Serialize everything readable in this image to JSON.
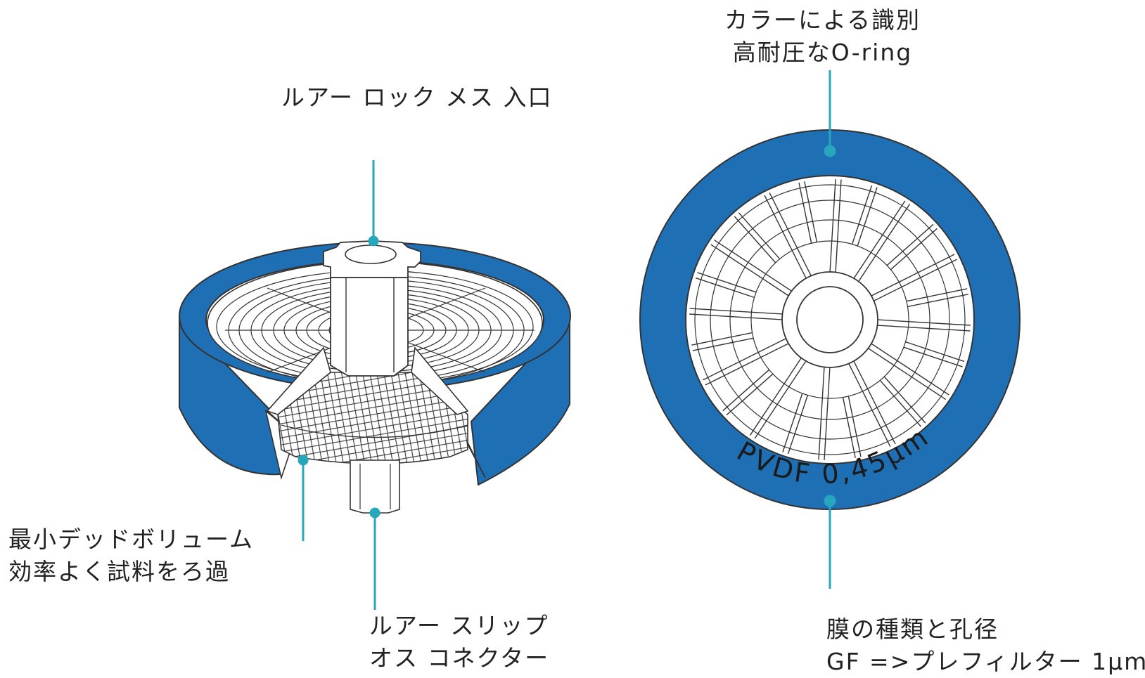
{
  "colors": {
    "housing_blue": "#1f6fb5",
    "leader_line": "#26a7bd",
    "outline": "#333333",
    "background": "#ffffff"
  },
  "labels": {
    "inlet": "ルアー ロック メス 入口",
    "dead_volume": {
      "line1": "最小デッドボリューム",
      "line2": "効率よく試料をろ過"
    },
    "outlet": {
      "line1": "ルアー スリップ",
      "line2": "オス コネクター"
    },
    "color_id": {
      "line1": "カラーによる識別",
      "line2": "高耐圧なO-ring"
    },
    "membrane": {
      "line1": "膜の種類と孔径",
      "line2": "GF =>プレフィルター 1μm"
    },
    "ring_print": "PVDF 0,45μm"
  }
}
